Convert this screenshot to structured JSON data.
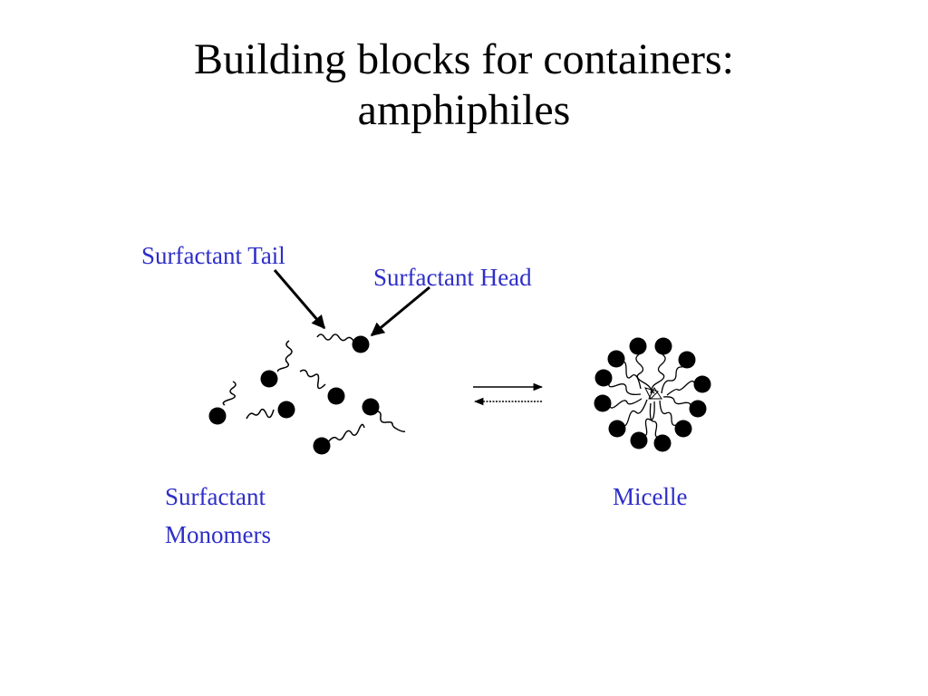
{
  "slide": {
    "title_line1": "Building blocks for containers:",
    "title_line2": "amphiphiles"
  },
  "labels": {
    "tail": "Surfactant Tail",
    "head": "Surfactant Head",
    "monomers_line1": "Surfactant",
    "monomers_line2": "Monomers",
    "micelle": "Micelle"
  },
  "colors": {
    "title": "#000000",
    "label": "#2e2ec8",
    "molecule": "#000000"
  }
}
